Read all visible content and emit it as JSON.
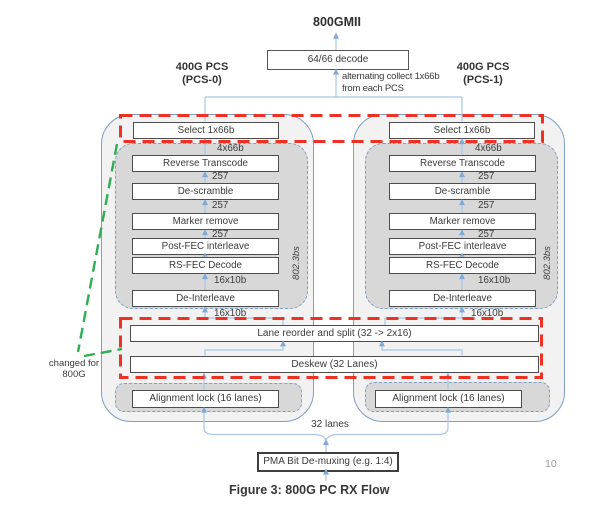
{
  "title": "800GMII",
  "decode_label": "64/66 decode",
  "collect_note": {
    "line1": "alternating collect 1x66b",
    "line2": "from each PCS"
  },
  "pcs0": {
    "header1": "400G PCS",
    "header2": "(PCS-0)"
  },
  "pcs1": {
    "header1": "400G PCS",
    "header2": "(PCS-1)"
  },
  "pcs": {
    "select": "Select 1x66b",
    "select_in": "4x66b",
    "blocks": [
      "Reverse Transcode",
      "De-scramble",
      "Marker remove",
      "Post-FEC interleave",
      "RS-FEC Decode",
      "De-Interleave"
    ],
    "gap_labels": [
      "257",
      "257",
      "257",
      "",
      "16x10b"
    ],
    "input_label": "16x10b",
    "standard": "802.3bs"
  },
  "shared": {
    "lane_reorder": "Lane reorder and split (32 -> 2x16)",
    "deskew": "Deskew (32 Lanes)",
    "alignment": "Alignment lock (16 lanes)",
    "lanes": "32 lanes",
    "pma": "PMA Bit De-muxing (e.g. 1:4)"
  },
  "annotation": {
    "line1": "changed for",
    "line2": "800G"
  },
  "caption": "Figure 3: 800G PC RX Flow",
  "page_number": "10",
  "colors": {
    "red": "#ed3125",
    "green": "#2fae54",
    "line_blue": "#a9c6e5",
    "arrow_blue": "#7fa9d8",
    "container_border": "#7f9fc6",
    "container_fill": "#f2f2f2",
    "inner_fill": "#d8d8d8",
    "text": "#3b3b3b"
  }
}
